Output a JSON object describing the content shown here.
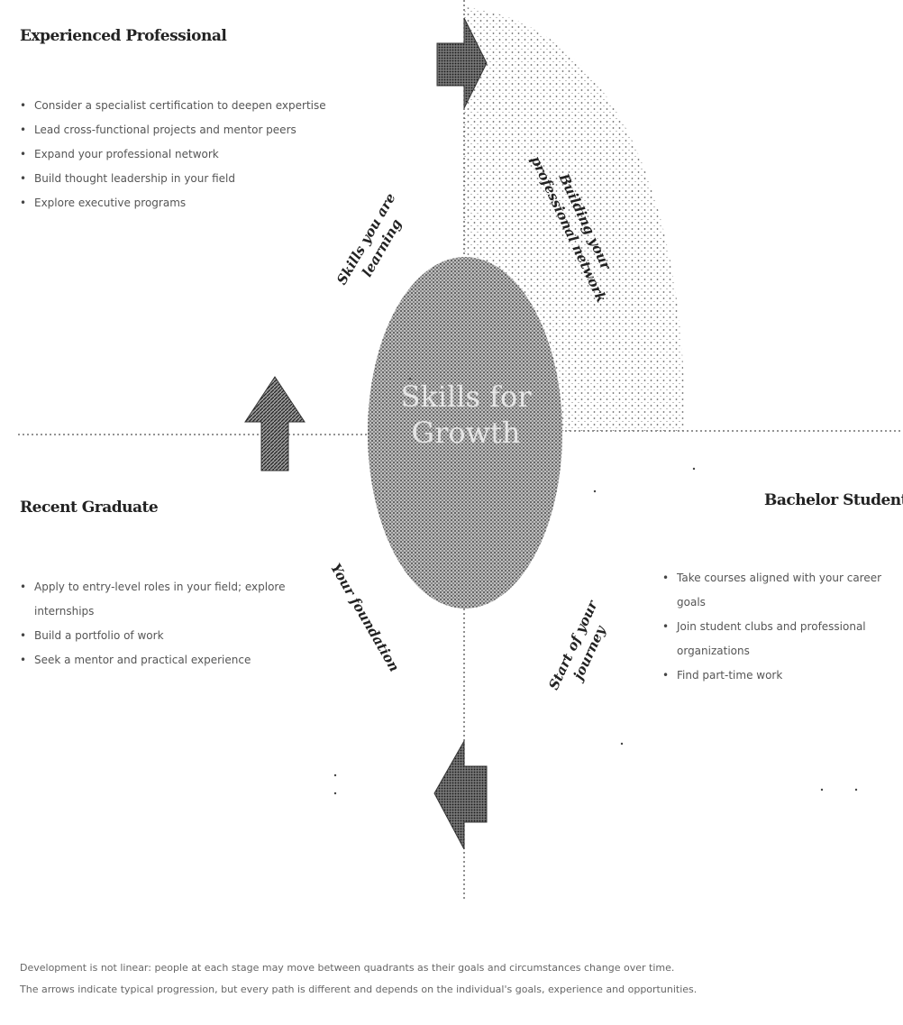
{
  "diagram": {
    "center_title": "Skills for Growth",
    "quadrants": {
      "top_left": {
        "heading": "Experienced Professional",
        "bullets": [
          "Consider a specialist certification to deepen expertise",
          "Lead cross-functional projects and mentor peers",
          "Expand your professional network",
          "Build thought leadership in your field",
          "Explore executive programs"
        ]
      },
      "bottom_left": {
        "heading": "Recent Graduate",
        "bullets": [
          "Apply to entry-level roles in your field; explore internships",
          "Build a portfolio of work",
          "Seek a mentor and practical experience"
        ]
      },
      "bottom_right": {
        "heading": "Bachelor Student",
        "bullets": [
          "Take courses aligned with your career goals",
          "Join student clubs and professional organizations",
          "Find part-time work"
        ]
      }
    },
    "arc_labels": {
      "top_left": "Skills you are learning",
      "top_right": "Building your professional network",
      "bottom_left": "Your foundation",
      "bottom_right": "Start of your journey"
    },
    "footer_lines": [
      "Development is not linear: people at each stage may move between quadrants as their goals and circumstances change over time.",
      "The arrows indicate typical progression, but every path is different and depends on the individual's goals, experience and opportunities."
    ]
  }
}
